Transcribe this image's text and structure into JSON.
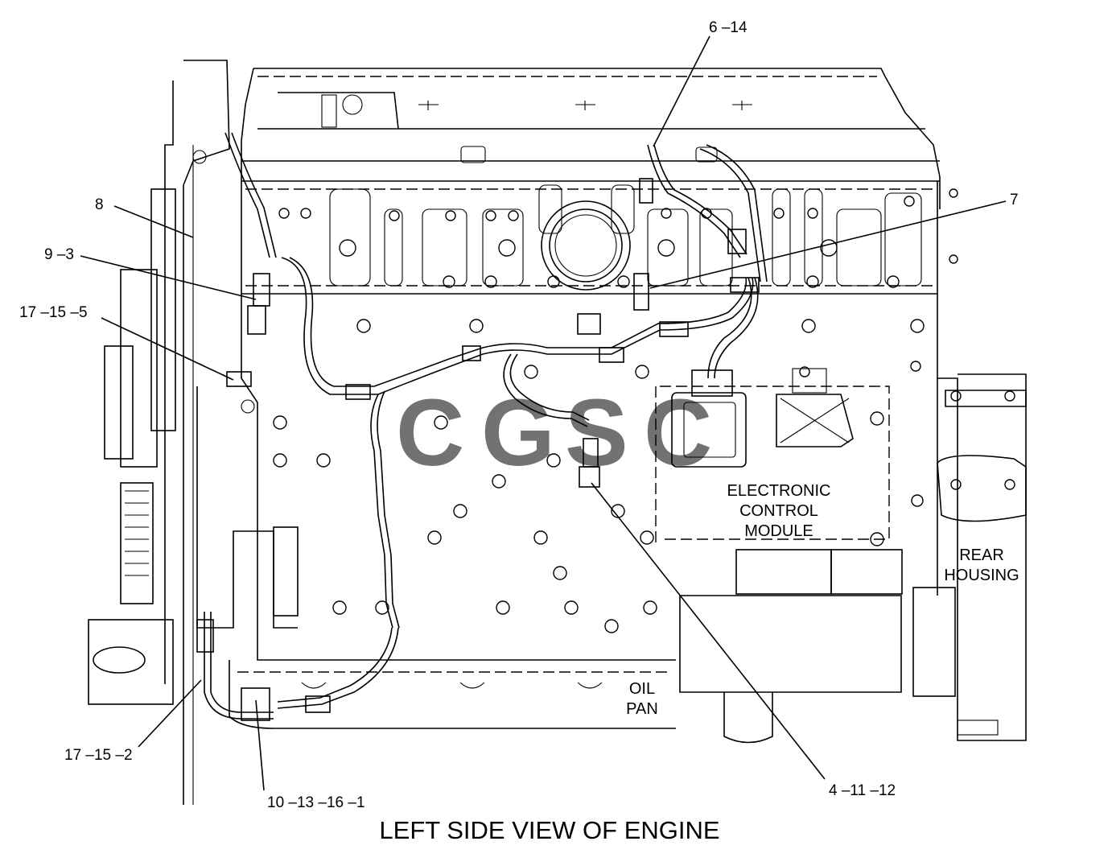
{
  "title": "LEFT SIDE VIEW OF ENGINE",
  "callouts": [
    {
      "id": "c1",
      "label": "6 –14"
    },
    {
      "id": "c2",
      "label": "7"
    },
    {
      "id": "c3",
      "label": "8"
    },
    {
      "id": "c4",
      "label": "9 –3"
    },
    {
      "id": "c5",
      "label": "17 –15 –5"
    },
    {
      "id": "c6",
      "label": "17 –15 –2"
    },
    {
      "id": "c7",
      "label": "10 –13 –16 –1"
    },
    {
      "id": "c8",
      "label": "4 –11 –12"
    }
  ],
  "regions": {
    "ecm": [
      "ELECTRONIC",
      "CONTROL",
      "MODULE"
    ],
    "rear_housing": [
      "REAR",
      "HOUSING"
    ],
    "oil_pan": [
      "OIL",
      "PAN"
    ]
  },
  "watermark": {
    "letters": [
      "C",
      "G",
      "S",
      "C"
    ],
    "colors": [
      "#4285F4",
      "#EA4335",
      "#FBBC05",
      "#34A853"
    ]
  }
}
